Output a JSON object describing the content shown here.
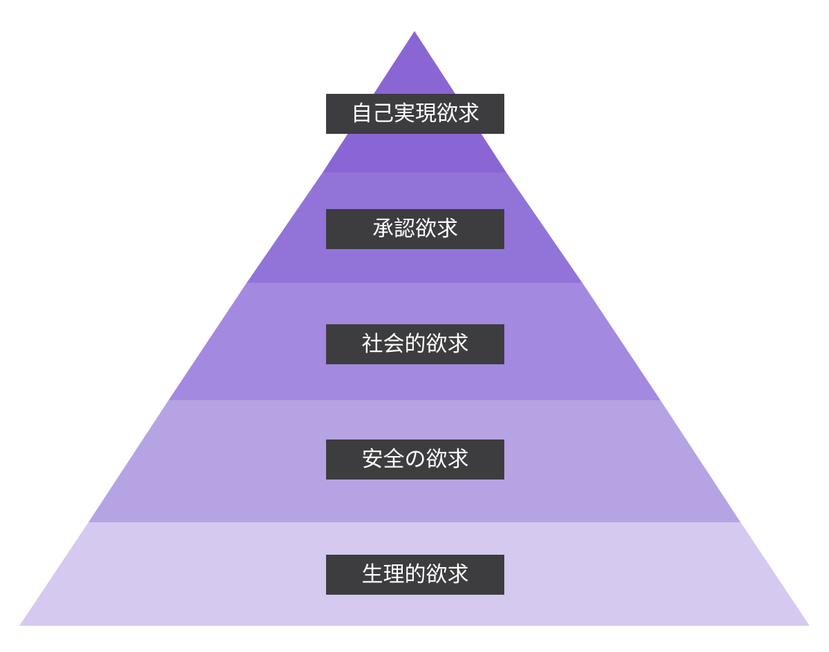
{
  "pyramid": {
    "levels": [
      {
        "label": "自己実現欲求",
        "color": "#8a66d4"
      },
      {
        "label": "承認欲求",
        "color": "#9274d9"
      },
      {
        "label": "社会的欲求",
        "color": "#a389e0"
      },
      {
        "label": "安全の欲求",
        "color": "#b6a3e4"
      },
      {
        "label": "生理的欲求",
        "color": "#d6c9ef"
      }
    ]
  }
}
